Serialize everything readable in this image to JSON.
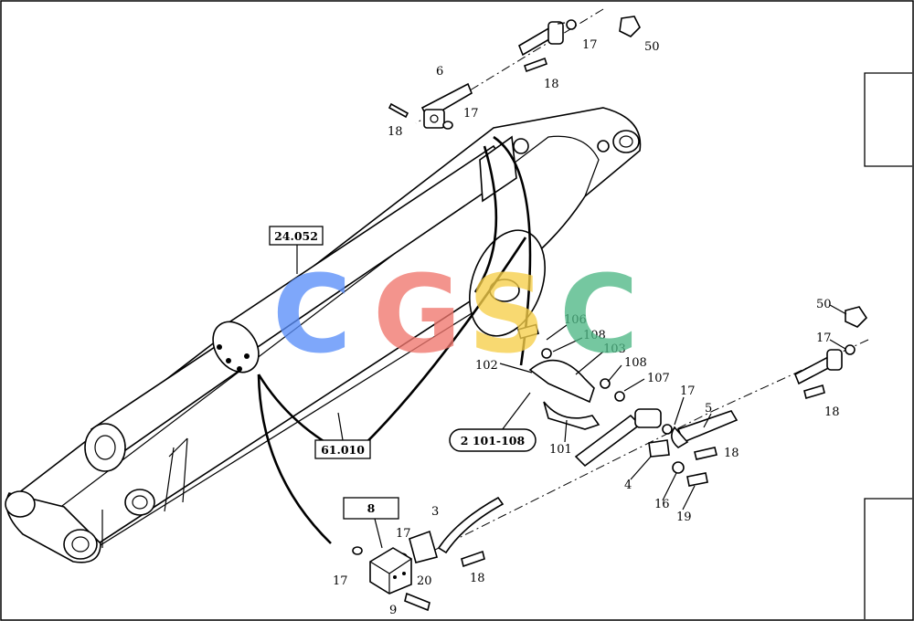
{
  "boxes": {
    "cylinder": "24.052",
    "boom": "61.010",
    "clamp_group": "2 101-108",
    "valve": "8"
  },
  "labels": {
    "l50_top": "50",
    "l17_top": "17",
    "l18_top": "18",
    "l6": "6",
    "l17_left": "17",
    "l18_left": "18",
    "l106": "106",
    "l108_a": "108",
    "l103": "103",
    "l102": "102",
    "l108_b": "108",
    "l107": "107",
    "l101": "101",
    "l50_right": "50",
    "l17_right": "17",
    "l18_right": "18",
    "l5": "5",
    "l17_mid": "17",
    "l18_mid": "18",
    "l4": "4",
    "l16": "16",
    "l19": "19",
    "l3": "3",
    "l17_lower": "17",
    "l20": "20",
    "l18_lower": "18",
    "l17_valve": "17",
    "l9": "9"
  },
  "watermark": {
    "letters": [
      "C",
      "G",
      "S",
      "C"
    ],
    "colors": [
      "#5b8ff9",
      "#f0776e",
      "#f7cf4a",
      "#4fb886"
    ]
  }
}
